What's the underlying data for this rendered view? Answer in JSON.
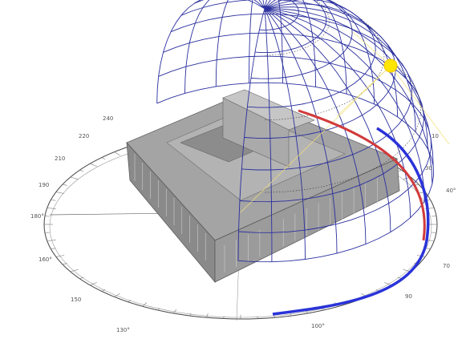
{
  "diagram": {
    "compass_labels": [
      {
        "id": "label-240",
        "text": "240"
      },
      {
        "id": "label-220",
        "text": "220"
      },
      {
        "id": "label-210",
        "text": "210"
      },
      {
        "id": "label-190",
        "text": "190"
      },
      {
        "id": "label-180",
        "text": "180°"
      },
      {
        "id": "label-160",
        "text": "160°"
      },
      {
        "id": "label-150",
        "text": "150"
      },
      {
        "id": "label-130",
        "text": "130°"
      },
      {
        "id": "label-100",
        "text": "100°"
      },
      {
        "id": "label-90",
        "text": "90"
      },
      {
        "id": "label-70",
        "text": "70"
      },
      {
        "id": "label-40",
        "text": "40°"
      },
      {
        "id": "label-30",
        "text": "30"
      },
      {
        "id": "label-10",
        "text": "10"
      }
    ],
    "colors": {
      "sky_dome_grid": "#2a2f9e",
      "sun_path_summer": "#d23a3a",
      "sun_path_winter": "#2a33d8",
      "sun_marker": "#ffe600",
      "building_fill": "#9a9a9a",
      "building_dark": "#6d6d6d",
      "ground_outline": "#444444"
    }
  }
}
